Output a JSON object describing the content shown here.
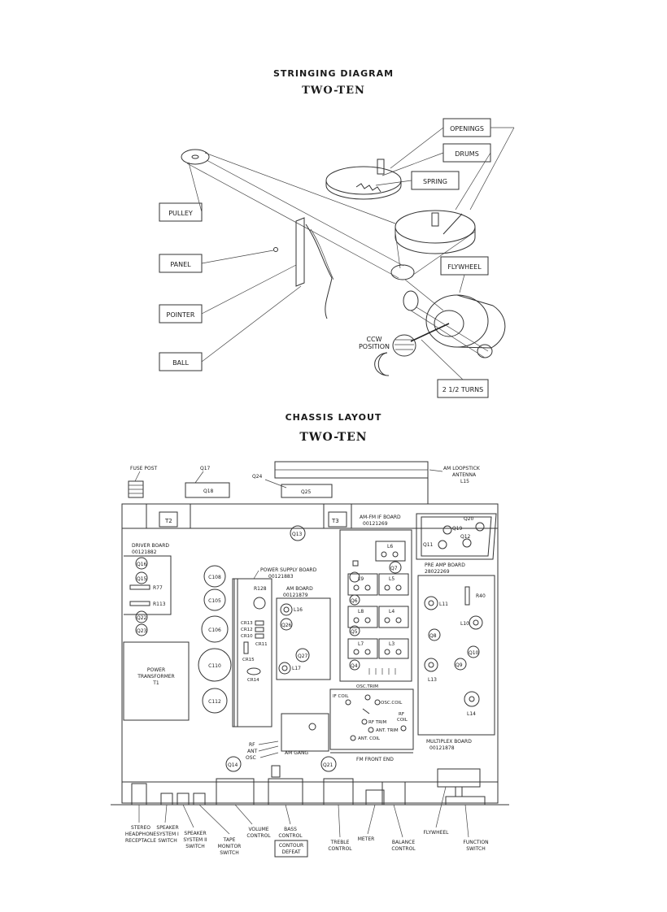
{
  "stringing": {
    "title": "STRINGING DIAGRAM",
    "model": "TWO-TEN",
    "labels": {
      "pulley": "PULLEY",
      "panel": "PANEL",
      "pointer": "POINTER",
      "ball": "BALL",
      "openings": "OPENINGS",
      "drums": "DRUMS",
      "spring": "SPRING",
      "flywheel": "FLYWHEEL",
      "turns": "2 1/2 TURNS",
      "ccw1": "CCW",
      "ccw2": "POSITION"
    }
  },
  "chassis": {
    "title": "CHASSIS LAYOUT",
    "model": "TWO-TEN",
    "top": {
      "fuse_post": "FUSE POST",
      "q17": "Q17",
      "q18": "Q18",
      "q24": "Q24",
      "q25": "Q25",
      "antenna1": "AM LOOPSTICK",
      "antenna2": "ANTENNA",
      "antenna3": "L15"
    },
    "boards": {
      "t2": "T2",
      "t3": "T3",
      "driver1": "DRIVER BOARD",
      "driver2": "00121882",
      "power_supply1": "POWER SUPPLY BOARD",
      "power_supply2": "00121883",
      "am1": "AM BOARD",
      "am2": "00121879",
      "if1": "AM-FM IF BOARD",
      "if2": "00121269",
      "preamp1": "PRE AMP BOARD",
      "preamp2": "28022269",
      "mpx1": "MULTIPLEX BOARD",
      "mpx2": "00121878",
      "transformer1": "POWER",
      "transformer2": "TRANSFORMER",
      "transformer3": "T1",
      "am_gang": "AM GANG",
      "fm_front_end": "FM FRONT END"
    },
    "parts": {
      "q16": "Q16",
      "q15": "Q15",
      "r77": "R77",
      "r113": "R113",
      "q22": "Q22",
      "q23": "Q23",
      "c108": "C108",
      "c105": "C105",
      "c106": "C106",
      "c110": "C110",
      "c112": "C112",
      "r128": "R128",
      "cr13": "CR13",
      "cr12": "CR12",
      "cr10": "CR10",
      "cr11": "CR11",
      "cr15": "CR15",
      "cr14": "CR14",
      "l16": "L16",
      "q26": "Q26",
      "q27": "Q27",
      "l17": "L17",
      "q13": "Q13",
      "q14": "Q14",
      "q21": "Q21",
      "l6": "L6",
      "q7": "Q7",
      "l9": "L9",
      "l5": "L5",
      "q6": "Q6",
      "l8": "L8",
      "l4": "L4",
      "q5": "Q5",
      "l7": "L7",
      "l3": "L3",
      "q4": "Q4",
      "q20": "Q20",
      "q19": "Q19",
      "q11": "Q11",
      "q12": "Q12",
      "r40": "R40",
      "l11": "L11",
      "l10": "L10",
      "q8": "Q8",
      "q10": "Q10",
      "q9": "Q9",
      "l13": "L13",
      "l14": "L14",
      "if_coil": "IF COIL",
      "osc_trim": "OSC.TRIM",
      "osc_coil": "OSC.COIL",
      "rf_coil1": "RF",
      "rf_coil2": "COIL",
      "rf_trim": "RF TRIM",
      "ant_trim": "ANT. TRIM",
      "ant_coil": "ANT. COIL",
      "rf": "RF",
      "ant": "ANT",
      "osc": "OSC"
    },
    "bottom": {
      "stereo1": "STEREO",
      "stereo2": "HEADPHONE",
      "stereo3": "RECEPTACLE",
      "spk1_1": "SPEAKER",
      "spk1_2": "SYSTEM I",
      "spk1_3": "SWITCH",
      "spk2_1": "SPEAKER",
      "spk2_2": "SYSTEM II",
      "spk2_3": "SWITCH",
      "tape1": "TAPE",
      "tape2": "MONITOR",
      "tape3": "SWITCH",
      "vol1": "VOLUME",
      "vol2": "CONTROL",
      "bass1": "BASS",
      "bass2": "CONTROL",
      "contour1": "CONTOUR",
      "contour2": "DEFEAT",
      "treble1": "TREBLE",
      "treble2": "CONTROL",
      "meter": "METER",
      "balance1": "BALANCE",
      "balance2": "CONTROL",
      "flywheel": "FLYWHEEL",
      "function1": "FUNCTION",
      "function2": "SWITCH"
    }
  }
}
